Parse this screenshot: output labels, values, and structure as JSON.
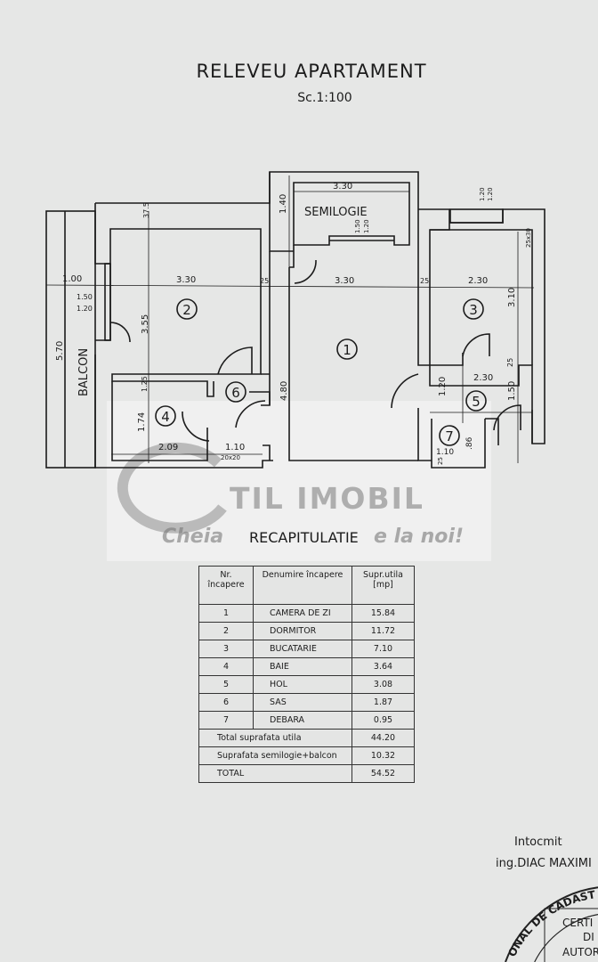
{
  "header": {
    "title": "RELEVEU APARTAMENT",
    "scale": "Sc.1:100"
  },
  "plan": {
    "rooms": {
      "r1": "1",
      "r2": "2",
      "r3": "3",
      "r4": "4",
      "r5": "5",
      "r6": "6",
      "r7": "7"
    },
    "labels": {
      "semilogie": "SEMILOGIE",
      "balcon": "BALCON"
    },
    "dimensions": [
      "3.30",
      "1.40",
      "1.50",
      "1.20",
      "1.20",
      "1.20",
      "1.00",
      "3.30",
      "25",
      "3.30",
      "25",
      "2.30",
      "1.50",
      "1.20",
      "3.55",
      "3.10",
      "5.70",
      "4.80",
      "2.30",
      "25",
      "1.25",
      "1.20",
      "1.50",
      "1.74",
      "2.09",
      "1.10",
      "20x20",
      "1.10",
      ".86",
      "25",
      "37.5",
      "25x30"
    ]
  },
  "watermark": {
    "brand": "TIL IMOBIL",
    "slogan_start": "Cheia",
    "slogan_end": "e la noi!"
  },
  "recap": {
    "title": "RECAPITULATIE",
    "headers": [
      "Nr. încapere",
      "Denumire încapere",
      "Supr.utila [mp]"
    ],
    "rows": [
      {
        "nr": "1",
        "name": "CAMERA DE ZI",
        "area": "15.84"
      },
      {
        "nr": "2",
        "name": "DORMITOR",
        "area": "11.72"
      },
      {
        "nr": "3",
        "name": "BUCATARIE",
        "area": "7.10"
      },
      {
        "nr": "4",
        "name": "BAIE",
        "area": "3.64"
      },
      {
        "nr": "5",
        "name": "HOL",
        "area": "3.08"
      },
      {
        "nr": "6",
        "name": "SAS",
        "area": "1.87"
      },
      {
        "nr": "7",
        "name": "DEBARA",
        "area": "0.95"
      }
    ],
    "totals": [
      {
        "label": "Total suprafata utila",
        "value": "44.20"
      },
      {
        "label": "Suprafata semilogie+balcon",
        "value": "10.32"
      },
      {
        "label": "TOTAL",
        "value": "54.52"
      }
    ]
  },
  "signature": {
    "prepared": "Intocmit",
    "engineer": "ing.DIAC MAXIMI"
  },
  "stamp": {
    "ring": "ONAL DE CADASTR",
    "inner1": "CERTI",
    "inner2": "DI",
    "inner3": "AUTOR"
  }
}
